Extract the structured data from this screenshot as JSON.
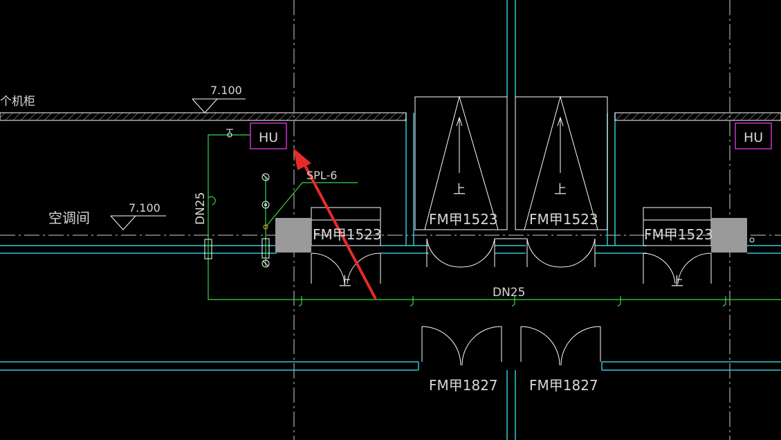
{
  "drawing": {
    "room_cabinet": "个机柜",
    "room_ac": "空调间",
    "elevation_1": "7.100",
    "elevation_2": "7.100",
    "hu_left": "HU",
    "hu_right": "HU",
    "spl_tag": "SPL-6",
    "pipe_vertical": "DN25",
    "pipe_horizontal": "DN25",
    "door_fm1523_a": "FM甲1523",
    "door_fm1523_b": "FM甲1523",
    "door_fm1523_c": "FM甲1523",
    "door_fm1523_d": "FM甲1523",
    "door_fm1827_a": "FM甲1827",
    "door_fm1827_b": "FM甲1827",
    "stair_up_1": "上",
    "stair_up_2": "上",
    "stair_up_3": "上",
    "stair_up_4": "上"
  },
  "colors": {
    "background": "#000000",
    "wall": "#ffffff",
    "cyan_line": "#35c8d8",
    "green_pipe": "#33dd44",
    "magenta_box": "#cc33cc",
    "gray_block": "#9a9a9a",
    "red_arrow": "#e82a2a",
    "text": "#d8d8d8"
  }
}
